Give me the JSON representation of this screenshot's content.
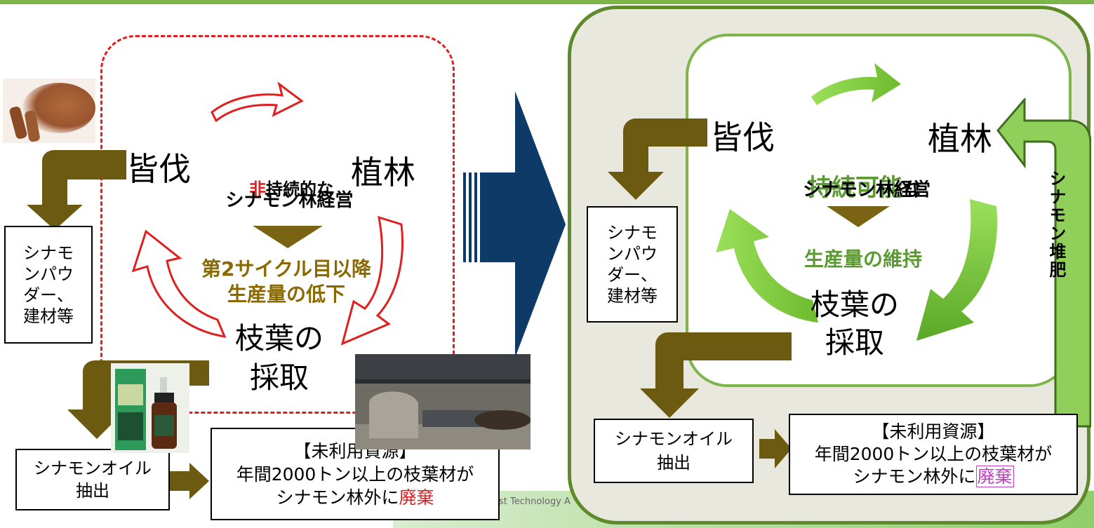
{
  "left": {
    "clear_cut": "皆伐",
    "planting": "植林",
    "center_prefix": "非",
    "center_rest": "持続的な",
    "center_line2": "シナモン林経営",
    "decline_line1": "第2サイクル目以降",
    "decline_line2": "生産量の低下",
    "harvest": "枝葉の\n採取",
    "powder_box": "シナモ\nンパウ\nダー、\n建材等",
    "oil_box": "シナモンオイル\n抽出",
    "waste_line1": "【未利用資源】",
    "waste_line2": "年間2000トン以上の枝葉材が",
    "waste_line3_prefix": "シナモン林外に",
    "waste_word": "廃棄"
  },
  "right": {
    "clear_cut": "皆伐",
    "planting": "植林",
    "center_highlight": "持続可能",
    "center_rest": "な",
    "center_line2": "シナモン林経営",
    "maintain": "生産量の維持",
    "harvest": "枝葉の\n採取",
    "powder_box": "シナモ\nンパウ\nダー、\n建材等",
    "oil_box": "シナモンオイル\n抽出",
    "waste_line1": "【未利用資源】",
    "waste_line2": "年間2000トン以上の枝葉材が",
    "waste_line3_prefix": "シナモン林外に",
    "waste_word": "廃棄",
    "compost": "シナモン堆肥"
  },
  "footer": "orest Technology A",
  "colors": {
    "red": "#e02020",
    "olive": "#6b5a0f",
    "navy": "#0d3a66",
    "green": "#7cc242",
    "dark_green": "#5e8a2a",
    "gold_text": "#8a6a00",
    "green_text": "#5a9a30",
    "magenta": "#c040c0"
  }
}
